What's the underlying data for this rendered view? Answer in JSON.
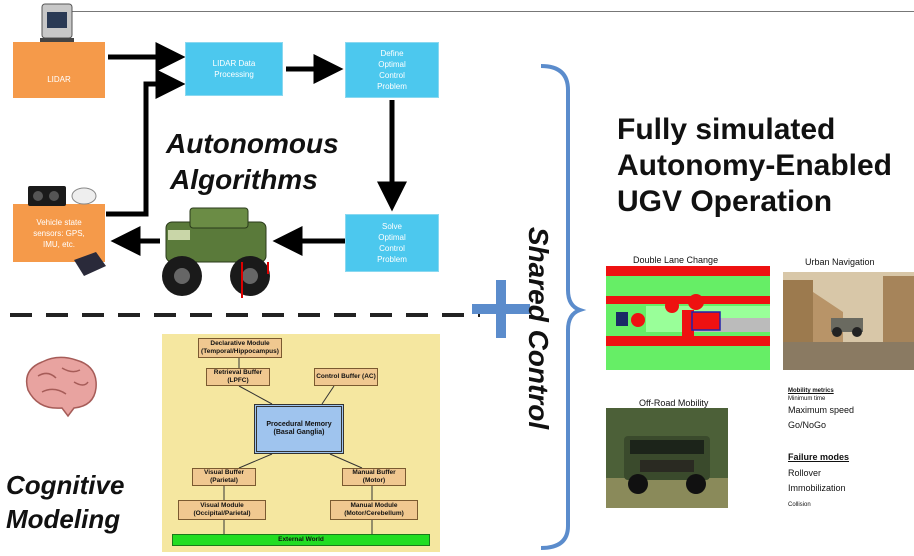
{
  "pipeline": {
    "lidar": "LIDAR",
    "lidar_processing": "LIDAR Data Processing",
    "define_problem": "Define Optimal Control Problem",
    "solve_problem": "Solve Optimal Control Problem",
    "state_sensors": "Vehicle state sensors: GPS, IMU, etc."
  },
  "labels": {
    "autonomous_line1": "Autonomous",
    "autonomous_line2": "Algorithms",
    "cognitive_line1": "Cognitive",
    "cognitive_line2": "Modeling",
    "shared_control": "Shared Control"
  },
  "title": {
    "line1": "Fully simulated",
    "line2": "Autonomy-Enabled",
    "line3": "UGV Operation"
  },
  "cognitive_model": {
    "declarative": "Declarative Module (Temporal/Hippocampus)",
    "retrieval": "Retrieval Buffer (LPFC)",
    "control": "Control Buffer (AC)",
    "procedural": "Procedural Memory (Basal Ganglia)",
    "visual_buffer": "Visual Buffer (Parietal)",
    "manual_buffer": "Manual Buffer (Motor)",
    "visual_module": "Visual Module (Occipital/Parietal)",
    "manual_module": "Manual Module (Motor/Cerebellum)",
    "external": "External World"
  },
  "scenarios": {
    "double_lane": "Double Lane Change",
    "urban": "Urban Navigation",
    "offroad": "Off-Road Mobility"
  },
  "metrics": {
    "mobility_header": "Mobility metrics",
    "min_time": "Minimum time",
    "max_speed": "Maximum speed",
    "gonogo": "Go/NoGo",
    "failure_header": "Failure modes",
    "rollover": "Rollover",
    "immobilization": "Immobilization",
    "collision": "Collision"
  },
  "colors": {
    "orange": "#f59a4a",
    "cyan": "#4cc8ee",
    "plus": "#5b8ccc",
    "brace": "#5b8ccc",
    "cog_bg": "#f5e7a0",
    "external": "#22dd22"
  }
}
